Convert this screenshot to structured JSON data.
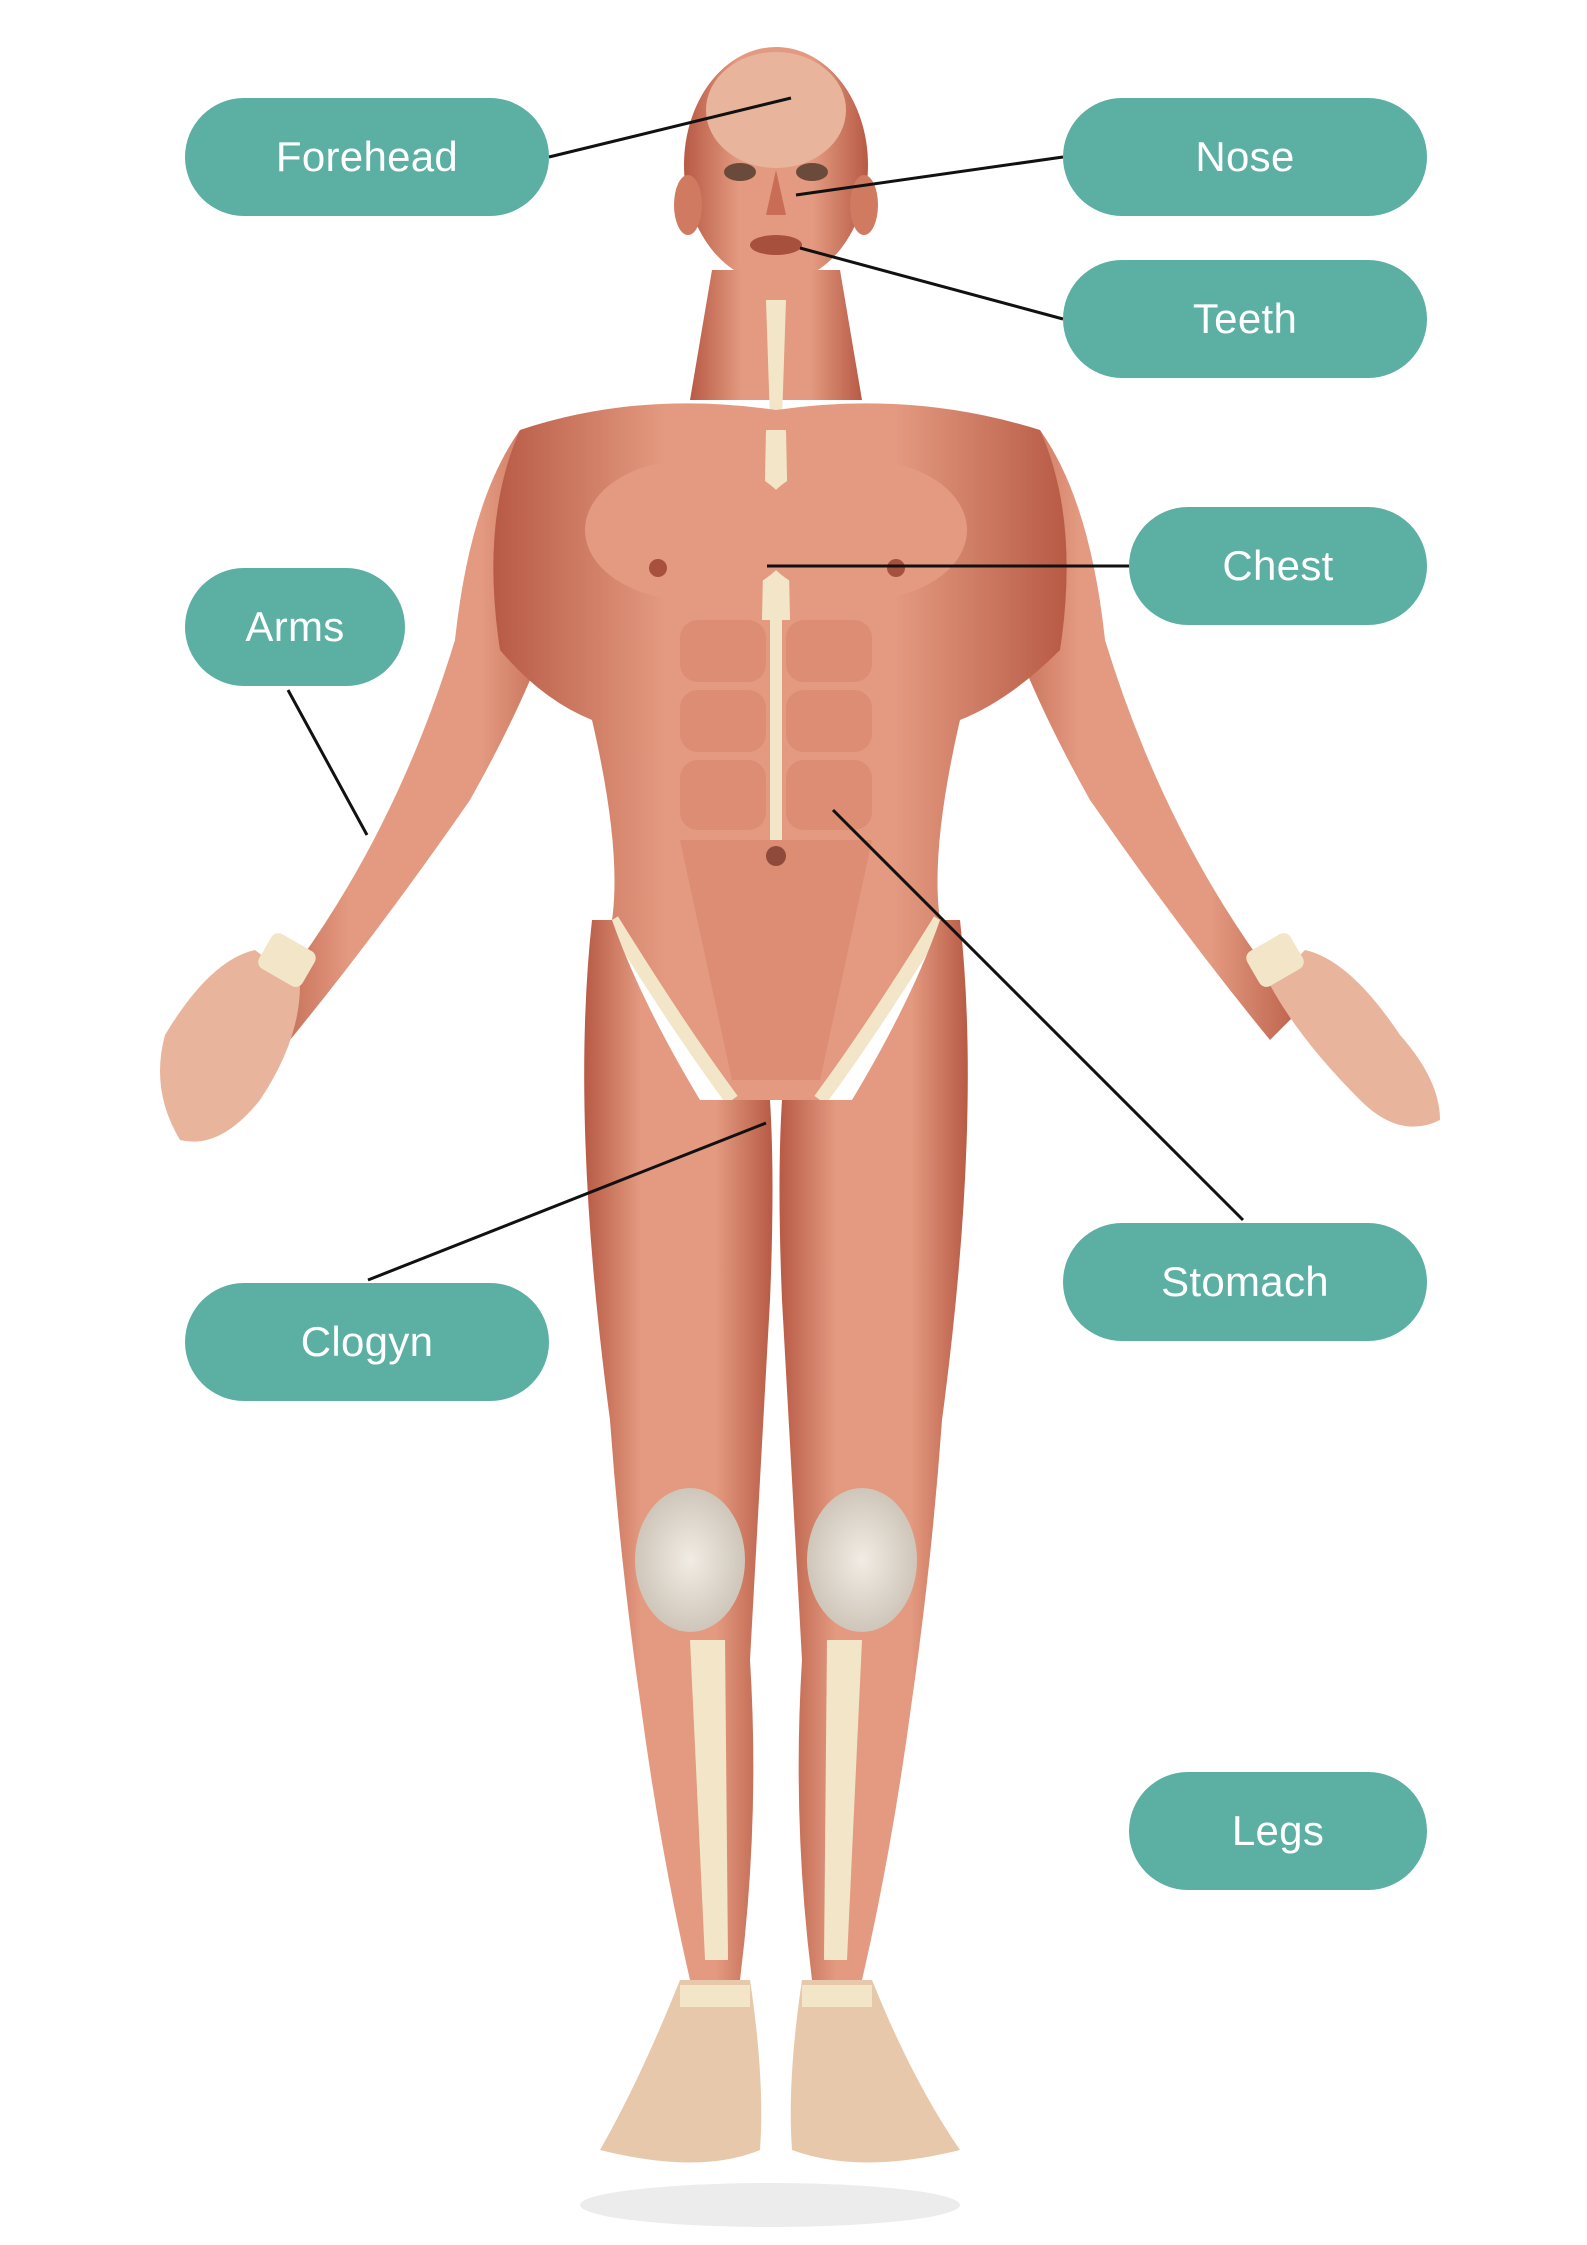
{
  "colors": {
    "label_fill": "#5bafa3",
    "label_text": "#ffffff",
    "leader_line": "#111111",
    "muscle_main": "#d9826a",
    "muscle_dark": "#b85a45",
    "tendon": "#f3e6c8",
    "background": "#ffffff"
  },
  "figure": {
    "icon": "anatomical-muscle-figure"
  },
  "labels": {
    "forehead": "Forehead",
    "nose": "Nose",
    "teeth": "Teeth",
    "chest": "Chest",
    "arms": "Arms",
    "stomach": "Stomach",
    "clogyn": "Clogyn",
    "legs": "Legs"
  }
}
